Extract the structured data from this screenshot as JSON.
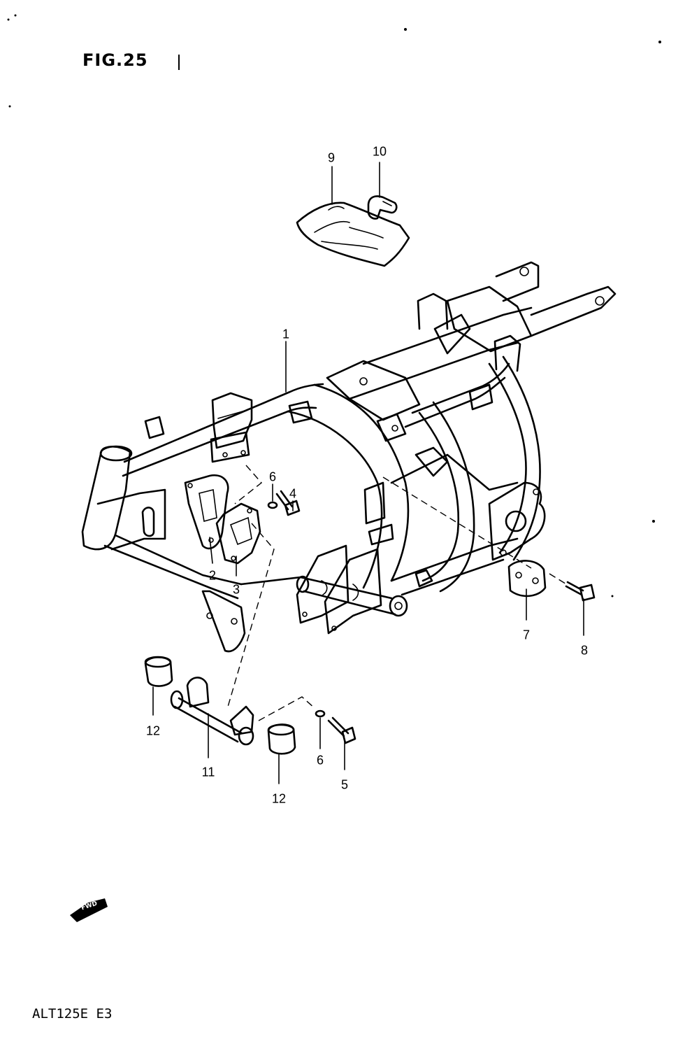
{
  "figure": {
    "title": "FIG.25",
    "model_code": "ALT125E E3",
    "fwd_badge": "FWD"
  },
  "callouts": [
    {
      "id": "c1",
      "label": "1"
    },
    {
      "id": "c2",
      "label": "2"
    },
    {
      "id": "c3",
      "label": "3"
    },
    {
      "id": "c4",
      "label": "4"
    },
    {
      "id": "c5",
      "label": "5"
    },
    {
      "id": "c6a",
      "label": "6"
    },
    {
      "id": "c6b",
      "label": "6"
    },
    {
      "id": "c7",
      "label": "7"
    },
    {
      "id": "c8",
      "label": "8"
    },
    {
      "id": "c9",
      "label": "9"
    },
    {
      "id": "c10",
      "label": "10"
    },
    {
      "id": "c11",
      "label": "11"
    },
    {
      "id": "c12a",
      "label": "12"
    },
    {
      "id": "c12b",
      "label": "12"
    }
  ]
}
